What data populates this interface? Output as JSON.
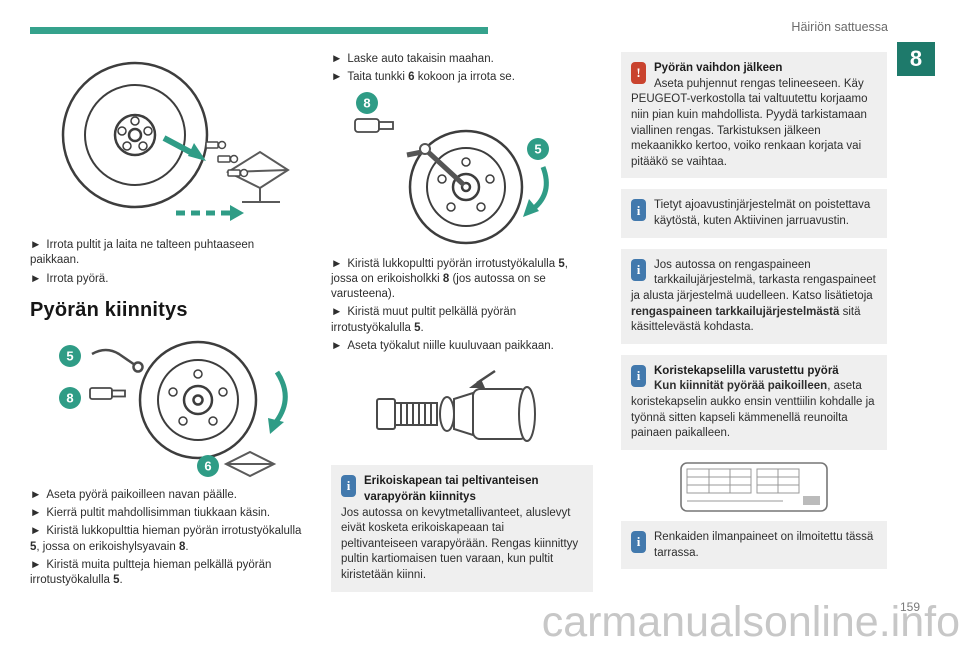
{
  "ui": {
    "bullet": "►",
    "accent_color": "#2f9c86",
    "info_icon_glyph": "i",
    "warning_icon_glyph": "!"
  },
  "header": {
    "section_title": "Häiriön sattuessa",
    "chapter_number": "8",
    "page_number": "159",
    "watermark": "carmanualsonline.info"
  },
  "col1": {
    "steps_top": [
      "Irrota pultit ja laita ne talteen puhtaaseen paikkaan.",
      "Irrota pyörä."
    ],
    "heading": "Pyörän kiinnitys",
    "fig2_callouts": [
      "5",
      "8",
      "6"
    ],
    "steps_bottom": [
      "Aseta pyörä paikoilleen navan päälle.",
      "Kierrä pultit mahdollisimman tiukkaan käsin.",
      "Kiristä lukkopulttia hieman pyörän irrotustyökalulla **5**, jossa on erikoishylsyavain **8**.",
      "Kiristä muita pultteja hieman pelkällä pyörän irrotustyökalulla **5**."
    ]
  },
  "col2": {
    "steps_top": [
      "Laske auto takaisin maahan.",
      "Taita tunkki **6** kokoon ja irrota se."
    ],
    "fig3_callouts": [
      "8",
      "5"
    ],
    "steps_mid": [
      "Kiristä lukkopultti pyörän irrotustyökalulla **5**, jossa on erikoisholkki **8** (jos autossa on se varusteena).",
      "Kiristä muut pultit pelkällä pyörän irrotustyökalulla **5**.",
      "Aseta työkalut niille kuuluvaan paikkaan."
    ],
    "info_box": {
      "title": "Erikoiskapean tai peltivanteisen varapyörän kiinnitys",
      "body": "Jos autossa on kevytmetallivanteet, aluslevyt eivät kosketa erikoiskapeaan tai peltivanteiseen varapyörään. Rengas kiinnittyy pultin kartiomaisen tuen varaan, kun pultit kiristetään kiinni."
    }
  },
  "col3": {
    "boxes": [
      {
        "type": "warning",
        "title": "Pyörän vaihdon jälkeen",
        "body": "Aseta puhjennut rengas telineeseen. Käy PEUGEOT-verkostolla tai valtuutettu korjaamo niin pian kuin mahdollista. Pyydä tarkistamaan viallinen rengas. Tarkistuksen jälkeen mekaanikko kertoo, voiko renkaan korjata vai pitääkö se vaihtaa."
      },
      {
        "type": "info",
        "body": "Tietyt ajoavustinjärjestelmät on poistettava käytöstä, kuten Aktiivinen jarruavustin."
      },
      {
        "type": "info",
        "body": "Jos autossa on rengaspaineen tarkkailujärjestelmä, tarkasta rengaspaineet ja alusta järjestelmä uudelleen. Katso lisätietoja **rengaspaineen tarkkailujärjestelmästä** sitä käsittelevästä kohdasta."
      },
      {
        "type": "info",
        "title": "Koristekapselilla varustettu pyörä",
        "body": "**Kun kiinnität pyörää paikoilleen**, aseta koristekapselin aukko ensin venttiilin kohdalle ja työnnä sitten kapseli kämmenellä reunoilta painaen paikalleen."
      },
      {
        "type": "info",
        "body": "Renkaiden ilmanpaineet on ilmoitettu tässä tarrassa."
      }
    ]
  }
}
